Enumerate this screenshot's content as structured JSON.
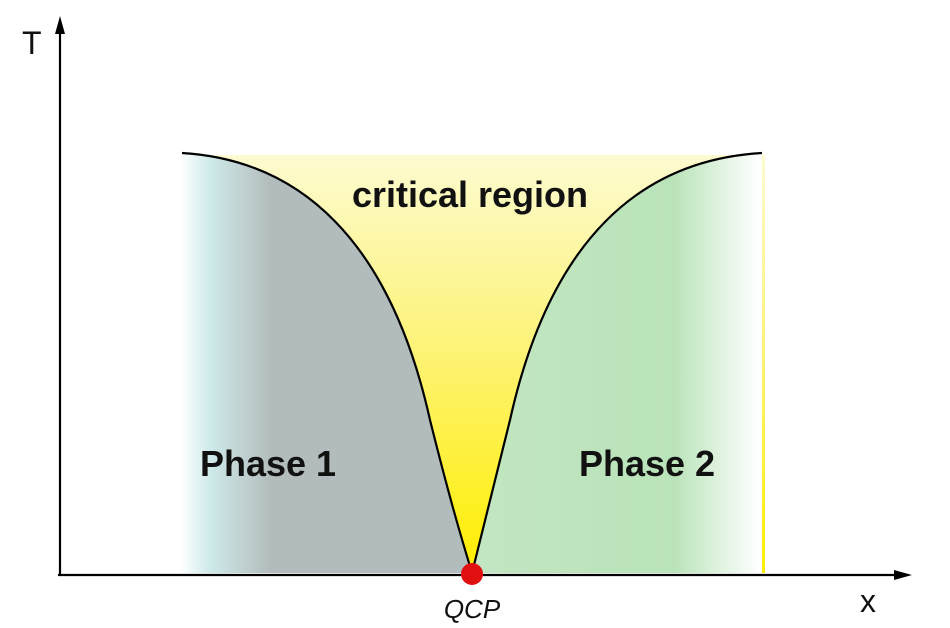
{
  "diagram": {
    "axes": {
      "y_label": "T",
      "x_label": "x"
    },
    "regions": {
      "critical": {
        "label": "critical region",
        "color_top": "#fdfbd0",
        "color_bottom": "#ffee00"
      },
      "phase1": {
        "label": "Phase 1",
        "color": "#b3bcbc",
        "edge_color": "#cfeaea"
      },
      "phase2": {
        "label": "Phase 2",
        "color": "#b9e3b9",
        "edge_color": "#ffffff"
      }
    },
    "point": {
      "label": "QCP",
      "color": "#e01010"
    }
  }
}
